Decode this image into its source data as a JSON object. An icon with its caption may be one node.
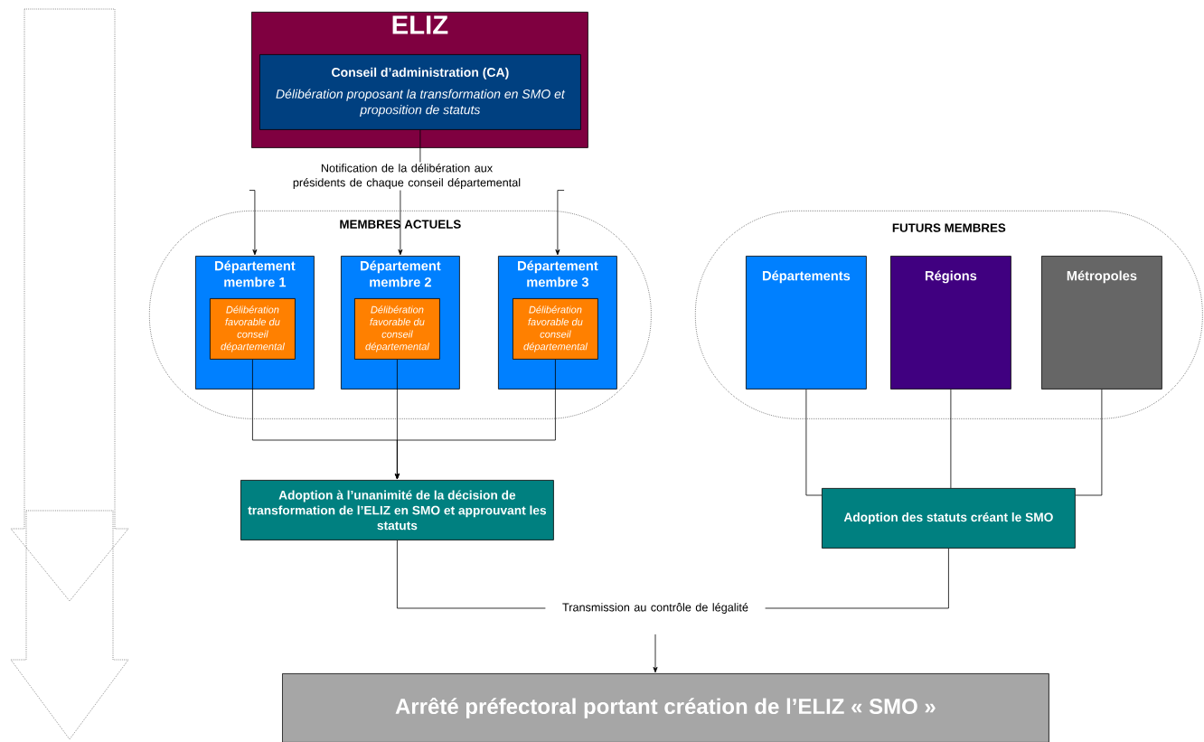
{
  "diagram": {
    "nodes": [
      {
        "text": [
          "ELIZ"
        ]
      },
      {
        "text": [
          "Conseil d’administration (CA)",
          "Délibération proposant la transformation en SMO et proposition de statuts"
        ],
        "in": 0
      },
      {
        "text": [
          "Notification de la délibération aux présidents de chaque conseil départemental"
        ]
      },
      {
        "text": [
          "MEMBRES ACTUELS"
        ]
      },
      {
        "text": [
          "Département membre 1"
        ],
        "in": 3
      },
      {
        "text": [
          "Délibération favorable du conseil départemental"
        ],
        "in": 4
      },
      {
        "text": [
          "Département membre 2"
        ],
        "in": 3
      },
      {
        "text": [
          "Délibération favorable du conseil départemental"
        ],
        "in": 6
      },
      {
        "text": [
          "Département membre 3"
        ],
        "in": 3
      },
      {
        "text": [
          "Délibération favorable du conseil départemental"
        ],
        "in": 8
      },
      {
        "text": [
          "FUTURS MEMBRES"
        ]
      },
      {
        "text": [
          "Départements"
        ],
        "in": 10
      },
      {
        "text": [
          "Régions"
        ],
        "in": 10
      },
      {
        "text": [
          "Métropoles"
        ],
        "in": 10
      },
      {
        "text": [
          "Adoption à l’unanimité de la décision de transformation de l’ELIZ en SMO  et approuvant les statuts"
        ]
      },
      {
        "text": [
          "Adoption des statuts créant le SMO"
        ]
      },
      {
        "text": [
          "Transmission au contrôle de légalité"
        ]
      },
      {
        "text": [
          "Arrêté préfectoral portant création de l’ELIZ « SMO »"
        ]
      }
    ],
    "edges": [
      {
        "from": 1,
        "to": 2,
        "arrow": "none"
      },
      {
        "from": 2,
        "to": 4,
        "arrow": "to"
      },
      {
        "from": 2,
        "to": 6,
        "arrow": "to"
      },
      {
        "from": 2,
        "to": 8,
        "arrow": "to"
      },
      {
        "from": 5,
        "to": 14,
        "arrow": "to"
      },
      {
        "from": 7,
        "to": 14,
        "arrow": "to"
      },
      {
        "from": 9,
        "to": 14,
        "arrow": "to"
      },
      {
        "from": 11,
        "to": 15,
        "arrow": "none"
      },
      {
        "from": 12,
        "to": 15,
        "arrow": "none"
      },
      {
        "from": 13,
        "to": 15,
        "arrow": "none"
      },
      {
        "from": 14,
        "to": 16,
        "arrow": "none"
      },
      {
        "from": 15,
        "to": 16,
        "arrow": "none"
      },
      {
        "from": 16,
        "to": 17,
        "arrow": "to"
      }
    ]
  }
}
